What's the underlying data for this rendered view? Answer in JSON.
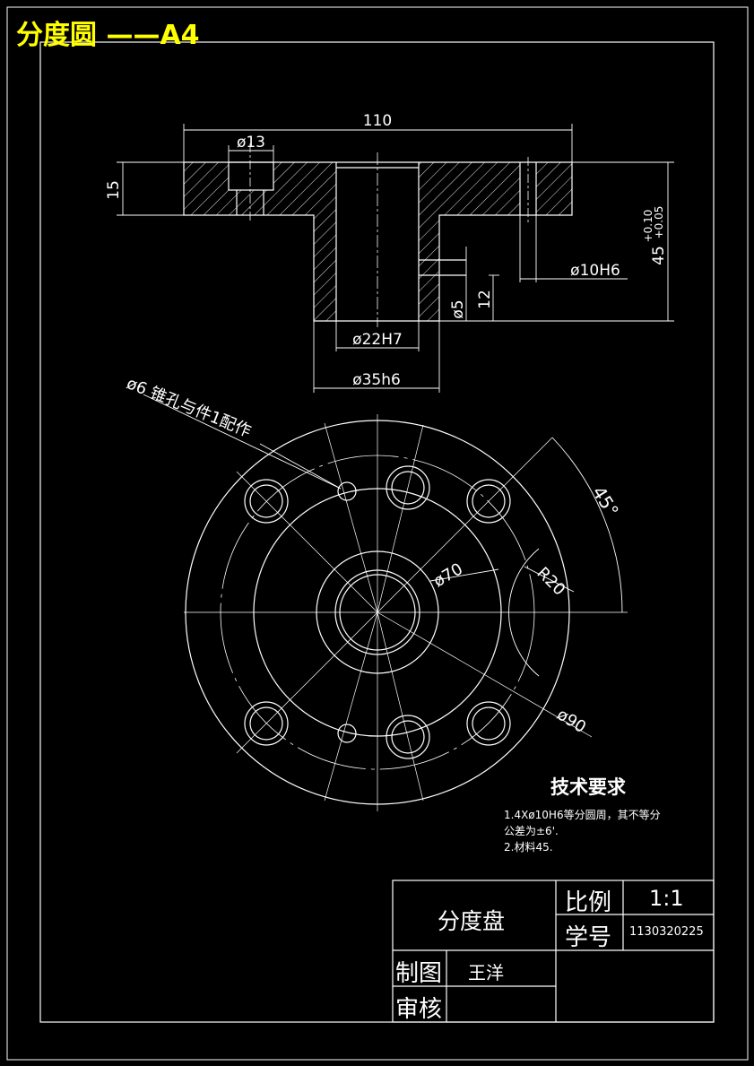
{
  "sheet_title": "分度圆 ——A4",
  "colors": {
    "background": "#000000",
    "lines": "#ffffff",
    "title": "#ffff00"
  },
  "section_view": {
    "dims": {
      "overall_width": "110",
      "hole_dia": "ø13",
      "flange_thickness": "15",
      "total_height": "45",
      "total_height_tol_upper": "+0.10",
      "total_height_tol_lower": "+0.05",
      "pin_hole": "ø10H6",
      "small_hole": "ø5",
      "small_hole_depth": "12",
      "bore": "ø22H7",
      "shaft": "ø35h6"
    }
  },
  "plan_view": {
    "callout_cone_hole": "ø6 锥孔与件1配作",
    "angle": "45°",
    "radius": "R20",
    "dia_70": "ø70",
    "dia_90": "ø90"
  },
  "tech_requirements": {
    "heading": "技术要求",
    "line1": "1.4Xø10H6等分圆周，其不等分",
    "line2": "公差为±6'.",
    "line3": "2.材料45."
  },
  "title_block": {
    "part_name": "分度盘",
    "scale_label": "比例",
    "scale_value": "1:1",
    "student_id_label": "学号",
    "student_id_value": "1130320225",
    "drawn_label": "制图",
    "drawn_by": "王洋",
    "checked_label": "审核"
  }
}
